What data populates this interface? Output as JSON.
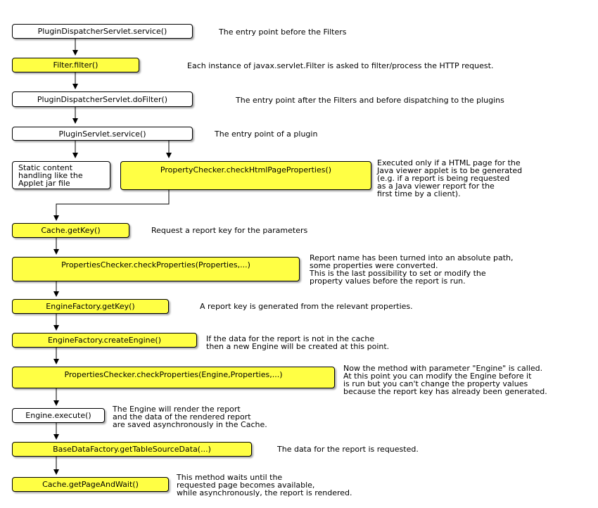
{
  "colors": {
    "yellow": "#ffff44",
    "white": "#ffffff",
    "line": "#000000"
  },
  "nodes": {
    "n1": "PluginDispatcherServlet.service()",
    "n2": "Filter.filter()",
    "n3": "PluginDispatcherServlet.doFilter()",
    "n4": "PluginServlet.service()",
    "n5": "Static content\nhandling like the\nApplet jar file",
    "n6": "PropertyChecker.checkHtmlPageProperties()",
    "n7": "Cache.getKey()",
    "n8": "PropertiesChecker.checkProperties(Properties,...)",
    "n9": "EngineFactory.getKey()",
    "n10": "EngineFactory.createEngine()",
    "n11": "PropertiesChecker.checkProperties(Engine,Properties,...)",
    "n12": "Engine.execute()",
    "n13": "BaseDataFactory.getTableSourceData(...)",
    "n14": "Cache.getPageAndWait()"
  },
  "notes": {
    "t1": "The entry point before the Filters",
    "t2": "Each instance of javax.servlet.Filter is asked to filter/process the HTTP request.",
    "t3": "The entry point after the Filters and before dispatching to the plugins",
    "t4": "The entry point of a plugin",
    "t5": "Executed only if a HTML page for the\nJava viewer applet is to be generated\n(e.g. if a report is being requested\nas a Java viewer report for the\nfirst time by a client).",
    "t6": "Request a report key for the parameters",
    "t7": "Report name has been turned into an absolute path,\nsome properties were converted.\nThis is the last possibility to set or modify the\nproperty values before the report is run.",
    "t8": "A report key is generated from the relevant properties.",
    "t9": "If the data for the report is not in the cache\nthen a new Engine will be created at this point.",
    "t10": "Now the method with parameter \"Engine\" is called.\nAt this point you can modify the Engine before it\nis run but you can't change the property values\nbecause the report key has already been generated.",
    "t11": "The Engine will render the report\nand the data of the rendered report\nare saved asynchronously in the Cache.",
    "t12": "The data for the report is requested.",
    "t13": "This method waits until the\nrequested page becomes available,\nwhile asynchronously, the report is rendered."
  }
}
